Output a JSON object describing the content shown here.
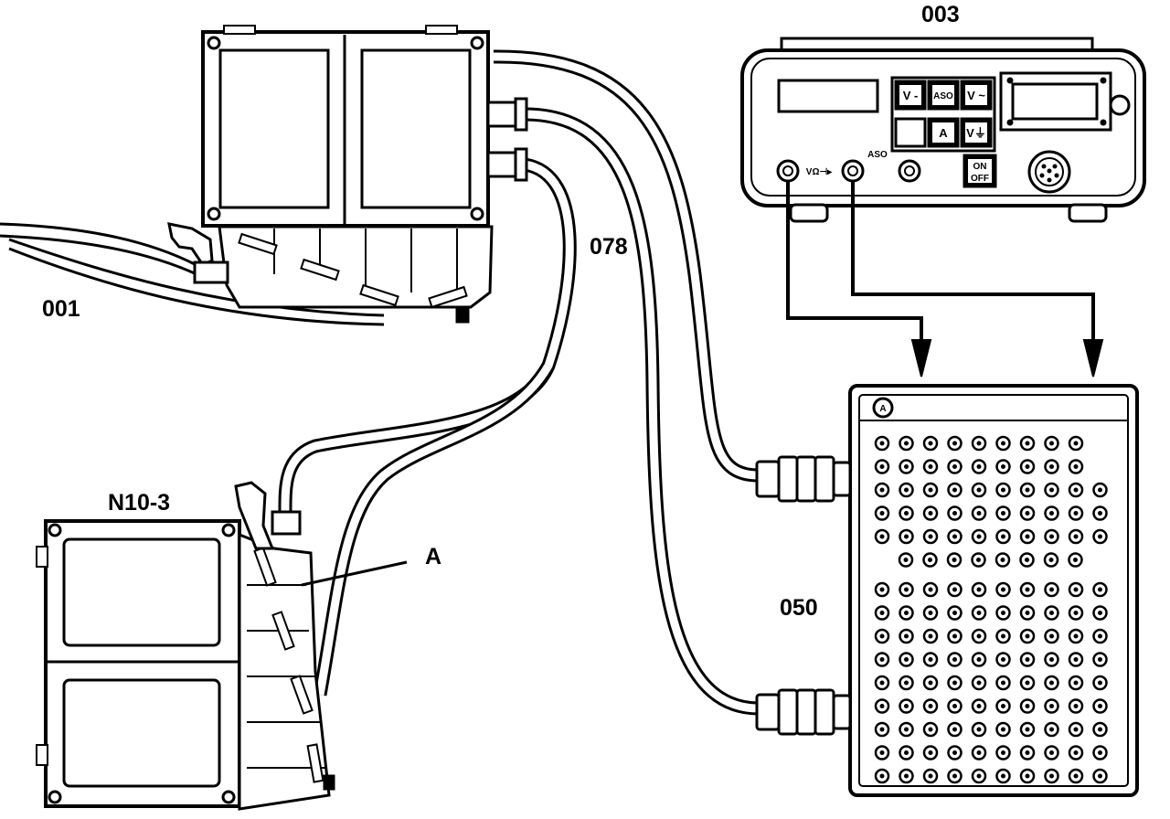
{
  "labels": {
    "unit_top": "001",
    "cable": "078",
    "tester": "003",
    "adapter": "050",
    "unit_bottom": "N10-3",
    "pointer": "A"
  },
  "tester_panel": {
    "keys": [
      "V -",
      "ASO",
      "V ~",
      "",
      "A",
      "V⏚"
    ],
    "socket_mark": "VΩ⊣▸",
    "aso_mark": "ASO",
    "power_key": [
      "ON",
      "OFF"
    ]
  },
  "adapter_box": {
    "header_badge": "A",
    "row_counts": [
      9,
      9,
      10,
      10,
      10,
      8,
      10,
      10,
      10,
      10,
      10,
      10,
      10,
      10,
      10
    ]
  },
  "colors": {
    "ink": "#000000",
    "paper": "#ffffff"
  }
}
